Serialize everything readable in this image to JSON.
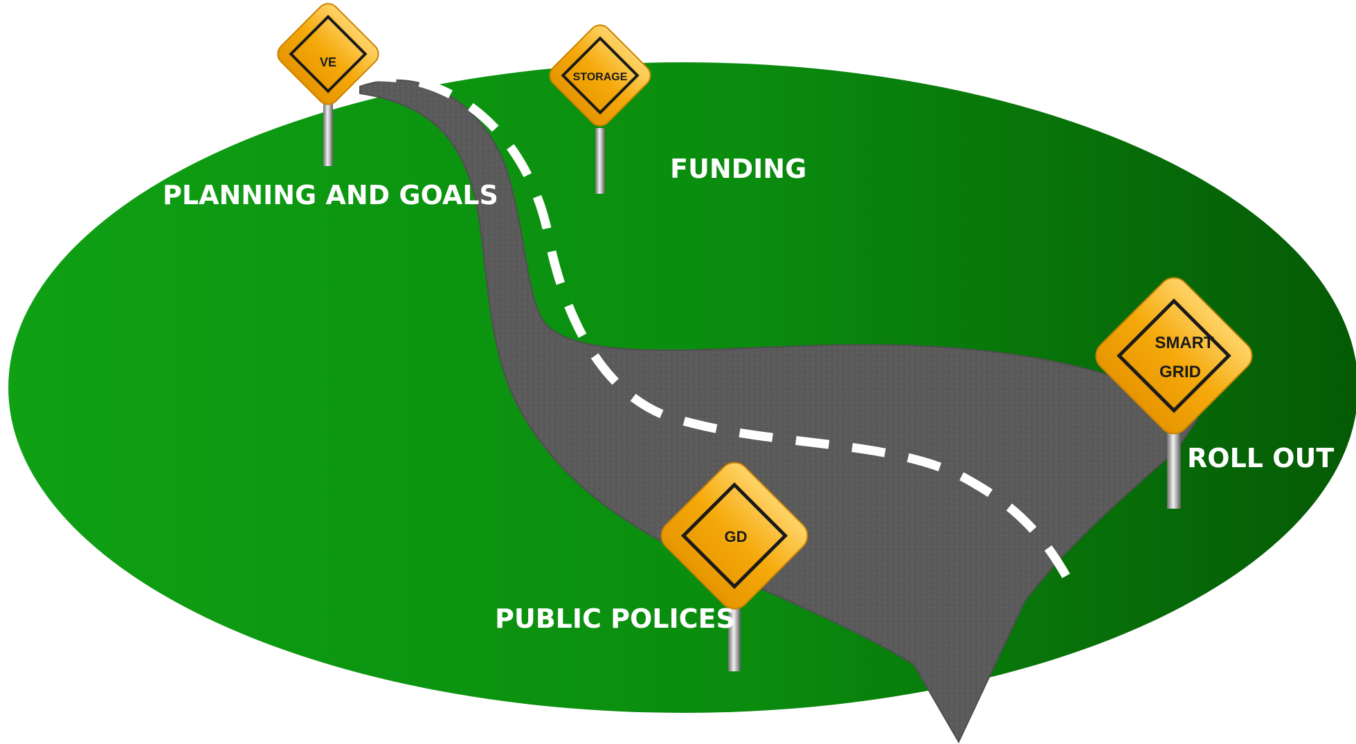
{
  "signs": {
    "ve": {
      "text": "VE"
    },
    "storage": {
      "text": "STORAGE"
    },
    "smart_grid": {
      "line1": "SMART",
      "line2": "GRID"
    },
    "gd": {
      "text": "GD"
    }
  },
  "labels": {
    "planning": "PLANNING AND GOALS",
    "funding": "FUNDING",
    "roll_out": "ROLL OUT",
    "public_polices": "PUBLIC POLICES"
  },
  "colors": {
    "field_light": "#0fa014",
    "field_dark": "#055a05",
    "road": "#5a5a5a",
    "sign_fill": "#f5a90a",
    "sign_border": "#1a1a1a",
    "label": "#ffffff"
  }
}
